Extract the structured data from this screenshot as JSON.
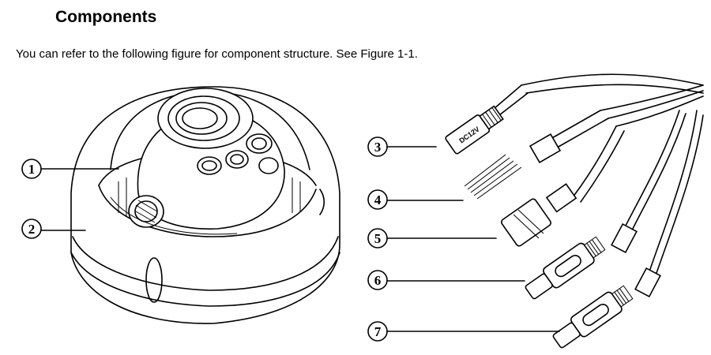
{
  "heading": "Components",
  "intro": "You can refer to the following figure for component structure. See Figure 1-1.",
  "callouts": {
    "c1": "1",
    "c2": "2",
    "c3": "3",
    "c4": "4",
    "c5": "5",
    "c6": "6",
    "c7": "7"
  },
  "connector_label": "DC12V"
}
